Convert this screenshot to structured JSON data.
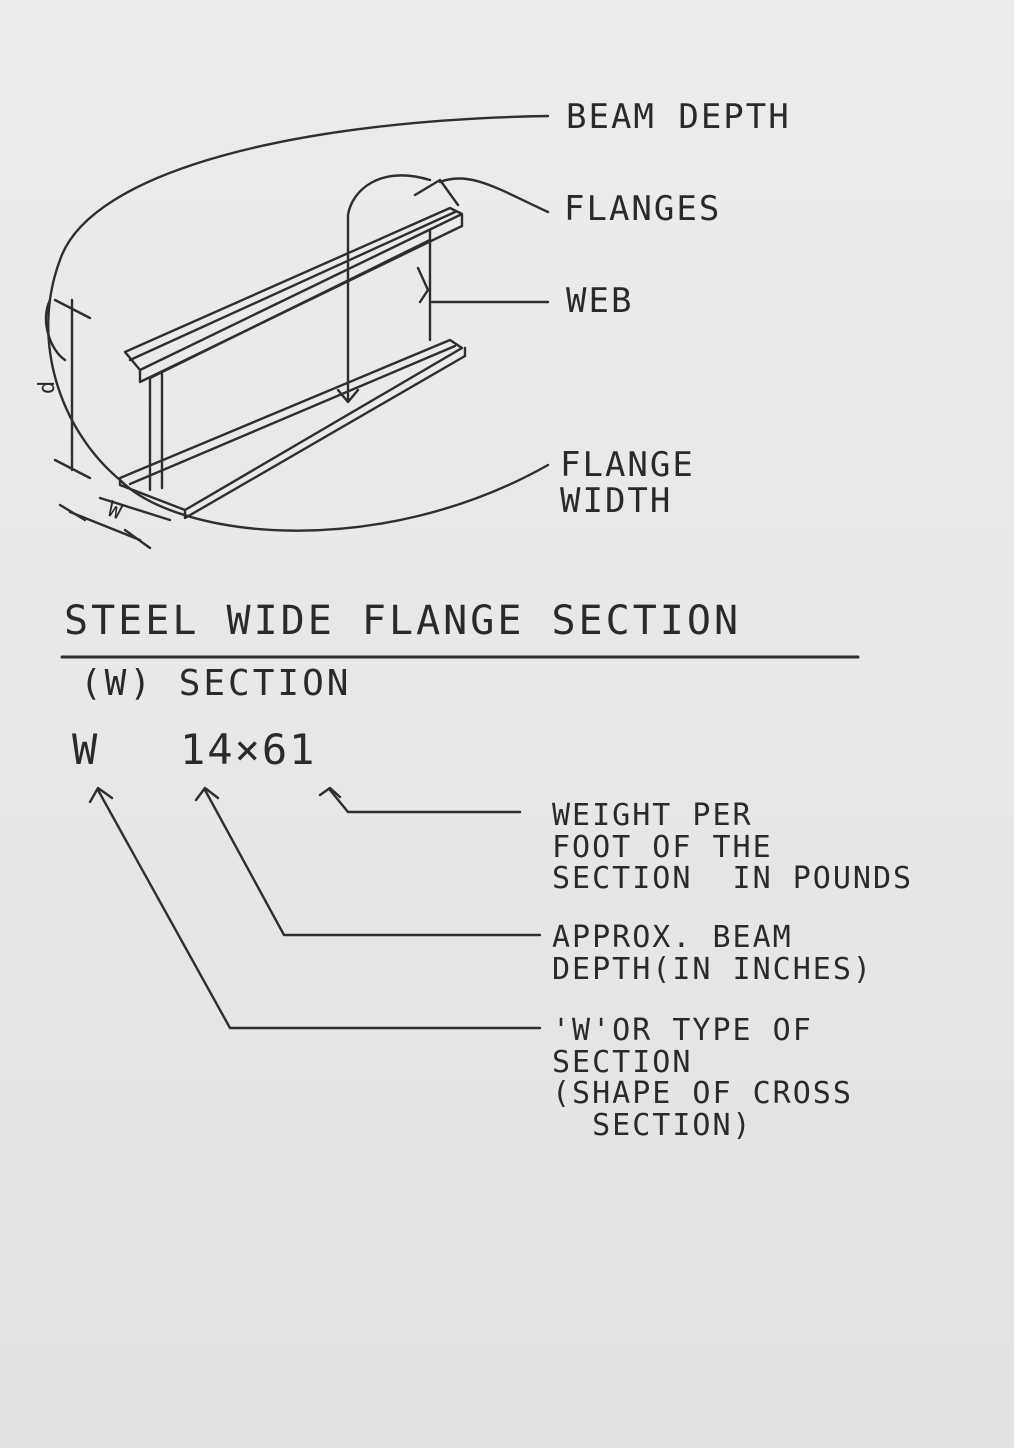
{
  "diagram": {
    "labels": {
      "beam_depth": "BEAM DEPTH",
      "flanges": "FLANGES",
      "web": "WEB",
      "flange_width_1": "FLANGE",
      "flange_width_2": "WIDTH",
      "d": "d",
      "w": "W"
    }
  },
  "title": "STEEL WIDE FLANGE SECTION",
  "subtitle": "(W) SECTION",
  "designation": {
    "type": "W",
    "size": "14×61"
  },
  "notes": {
    "weight": [
      "WEIGHT PER",
      "FOOT OF THE",
      "SECTION  IN POUNDS"
    ],
    "depth": [
      "APPROX. BEAM",
      "DEPTH(IN INCHES)"
    ],
    "type": [
      "'W'OR TYPE OF",
      "SECTION",
      "(SHAPE OF CROSS",
      "  SECTION)"
    ]
  },
  "colors": {
    "ink": "#2b2b2b",
    "paper": "#e9e9e7"
  }
}
